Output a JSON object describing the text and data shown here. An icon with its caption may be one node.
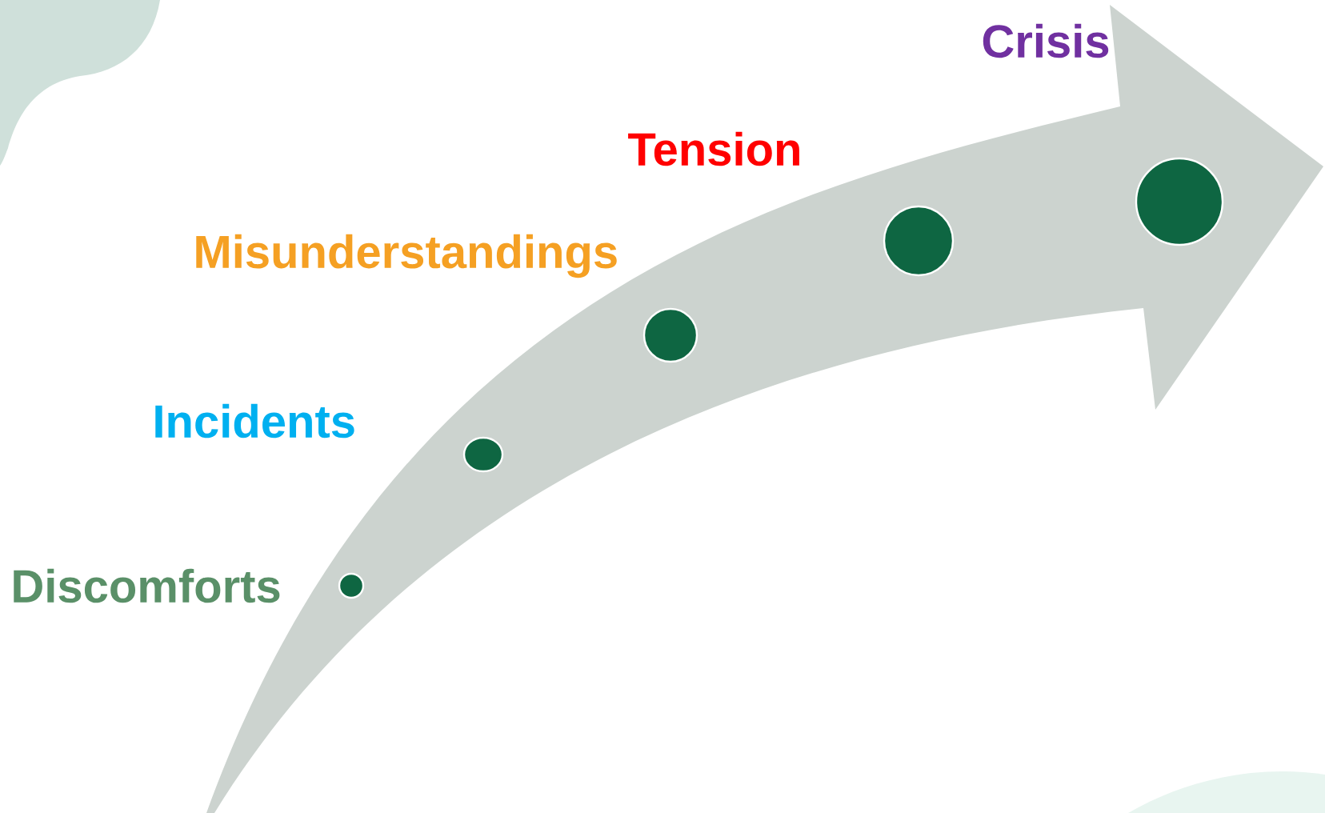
{
  "diagram": {
    "nodes": [
      {
        "text": [],
        "shape": "circle"
      },
      {
        "text": [],
        "shape": "circle"
      },
      {
        "text": [],
        "shape": "circle"
      },
      {
        "text": [],
        "shape": "circle"
      },
      {
        "text": [],
        "shape": "circle"
      }
    ],
    "labels": [
      "Crisis",
      "Tension",
      "Misunderstandings",
      "Incidents",
      "Discomforts"
    ]
  }
}
